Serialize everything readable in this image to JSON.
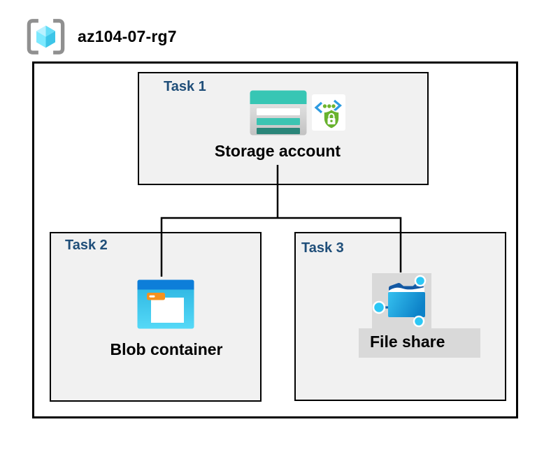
{
  "resource_group": {
    "name": "az104-07-rg7"
  },
  "tasks": [
    {
      "label": "Task 1",
      "item": "Storage account"
    },
    {
      "label": "Task 2",
      "item": "Blob container"
    },
    {
      "label": "Task 3",
      "item": "File share"
    }
  ],
  "icons": {
    "resource_group": "resource-group-icon",
    "task1_primary": "storage-account-icon",
    "task1_secondary": "secure-endpoint-icon",
    "task2_primary": "blob-container-icon",
    "task3_primary": "file-share-icon"
  },
  "colors": {
    "task_label_blue": "#1f4e79",
    "box_fill_gray": "#f1f1f1",
    "highlight_gray": "#d9d9d9",
    "line_black": "#000000",
    "storage_teal": "#37c6b4",
    "storage_teal_dark": "#2a8579",
    "blob_top_blue": "#0d7ed9",
    "blob_body_cyan": "#3ecdf0",
    "tag_orange": "#f6921e",
    "fileshare_blue": "#1186cb",
    "node_cyan": "#2cc7f5",
    "security_green": "#68b22e",
    "security_blue": "#2e9be0",
    "cube_cyan": "#50e6ff",
    "bracket_gray": "#909090"
  }
}
